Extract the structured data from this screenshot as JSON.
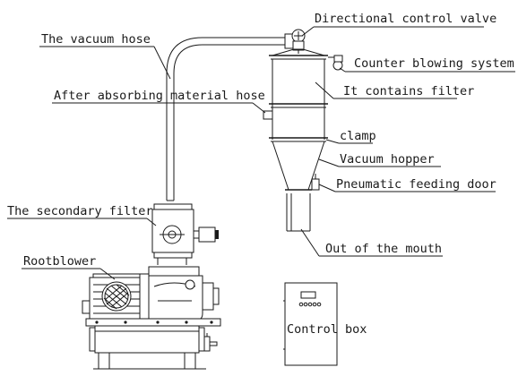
{
  "labels": {
    "directional_control_valve": "Directional control valve",
    "vacuum_hose": "The vacuum hose",
    "counter_blowing_system": "Counter blowing system",
    "after_absorbing_material_hose": "After absorbing material hose",
    "contains_filter": "It contains filter",
    "clamp": "clamp",
    "vacuum_hopper": "Vacuum hopper",
    "pneumatic_feeding_door": "Pneumatic feeding door",
    "secondary_filter": "The secondary filter",
    "out_of_the_mouth": "Out of the mouth",
    "rootblower": "Rootblower",
    "control_box": "Control box"
  }
}
